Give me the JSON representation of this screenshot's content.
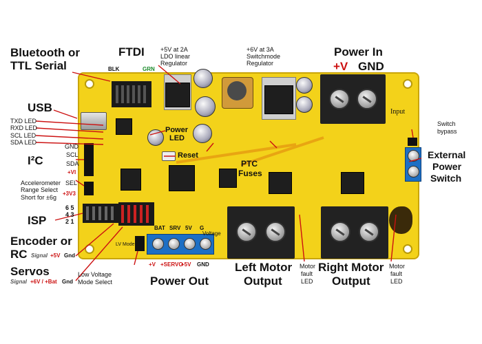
{
  "labels": {
    "bluetooth": "Bluetooth or",
    "ttl_serial": "TTL Serial",
    "ftdi": "FTDI",
    "ftdi_blk": "BLK",
    "ftdi_grn": "GRN",
    "ldo_line1": "+5V at 2A",
    "ldo_line2": "LDO linear",
    "ldo_line3": "Regulator",
    "sw_line1": "+6V at 3A",
    "sw_line2": "Switchmode",
    "sw_line3": "Regulator",
    "power_in": "Power In",
    "power_in_pos": "+V",
    "power_in_gnd": "GND",
    "usb": "USB",
    "txd_led": "TXD LED",
    "rxd_led": "RXD LED",
    "scl_led": "SCL LED",
    "sda_led": "SDA LED",
    "power_led_1": "Power",
    "power_led_2": "LED",
    "reset": "Reset",
    "switch_bypass_1": "Switch",
    "switch_bypass_2": "bypass",
    "ext_power_1": "External",
    "ext_power_2": "Power",
    "ext_power_3": "Switch",
    "i2c": "I²C",
    "pin_gnd": "GND",
    "pin_scl": "SCL",
    "pin_sda": "SDA",
    "pin_vi": "+VI",
    "ptc_1": "PTC",
    "ptc_2": "Fuses",
    "accel_1": "Accelerometer",
    "accel_2": "Range Select",
    "accel_3": "Short for ±6g",
    "pin_sel": "SEL",
    "pin_3v3": "+3V3",
    "isp": "ISP",
    "isp_row1": "6  5",
    "isp_row2": "4  3",
    "isp_row3": "2  1",
    "encoder_1": "Encoder or",
    "encoder_2": "RC",
    "encoder_signal": "Signal",
    "encoder_5v": "+5V",
    "encoder_gnd": "Gnd",
    "servos": "Servos",
    "servos_signal": "Signal",
    "servos_power": "+6V / +Bat",
    "servos_gnd": "Gnd",
    "low_voltage_1": "Low Voltage",
    "low_voltage_2": "Mode Select",
    "out_v": "+V",
    "out_servo": "+SERVO",
    "out_5v": "+5V",
    "out_gnd": "GND",
    "power_out": "Power Out",
    "left_motor_1": "Left Motor",
    "left_motor_2": "Output",
    "motor_fault_left_1": "Motor",
    "motor_fault_left_2": "fault",
    "motor_fault_left_3": "LED",
    "right_motor_1": "Right Motor",
    "right_motor_2": "Output",
    "motor_fault_right_1": "Motor",
    "motor_fault_right_2": "fault",
    "motor_fault_right_3": "LED"
  },
  "silkscreen": {
    "input": "Input",
    "voltage": "Voltage",
    "lv_mode": "LV Mode",
    "bat": "BAT",
    "srv": "SRV",
    "v5": "5V",
    "gnd": "G"
  },
  "colors": {
    "board": "#f3d21a",
    "accent_red": "#cc1111",
    "accent_green": "#1a8a2a",
    "terminal_blue": "#1d6fc4"
  }
}
